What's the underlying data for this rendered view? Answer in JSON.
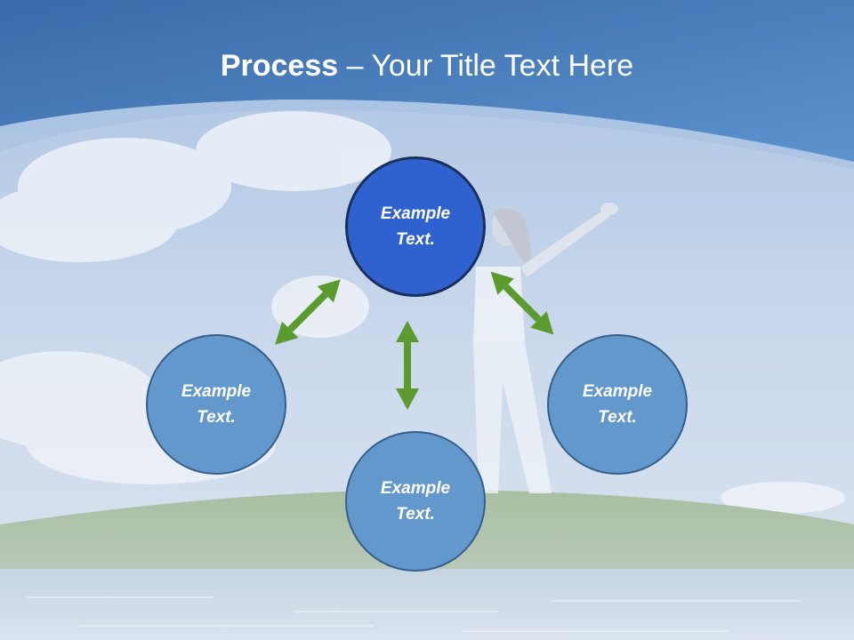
{
  "slide": {
    "title_bold": "Process",
    "title_dash": " – ",
    "title_rest": "Your Title Text Here"
  },
  "diagram": {
    "nodes": [
      {
        "id": "top",
        "label": "Example\nText."
      },
      {
        "id": "left",
        "label": "Example\nText."
      },
      {
        "id": "bottom",
        "label": "Example\nText."
      },
      {
        "id": "right",
        "label": "Example\nText."
      }
    ],
    "colors": {
      "main_node": "#2f62cf",
      "sub_node": "#6398cc",
      "arrow": "#5a9a2e",
      "header": "#3f76bd"
    }
  }
}
